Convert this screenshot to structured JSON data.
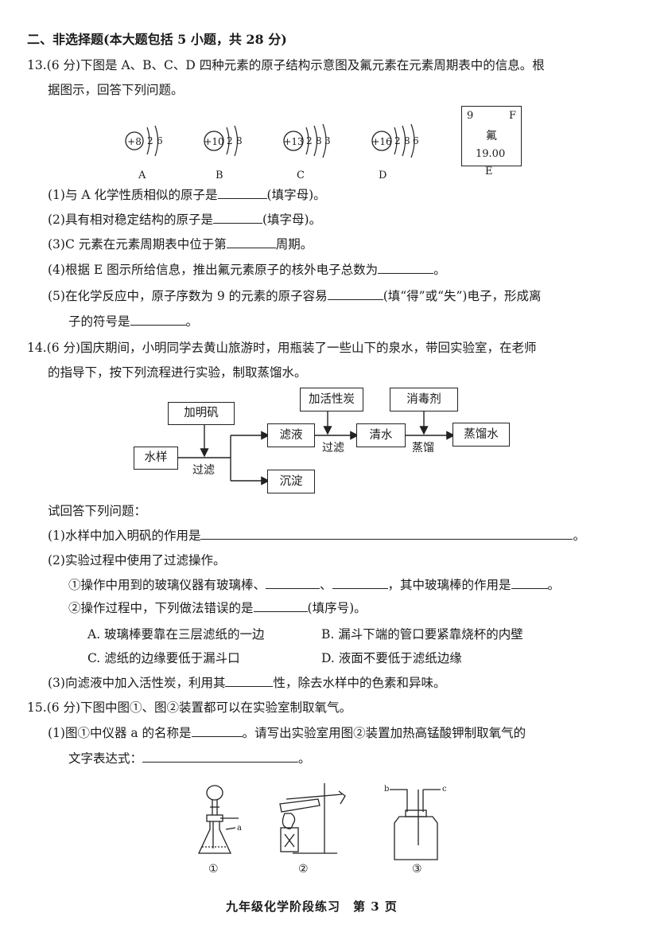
{
  "section": {
    "title": "二、非选择题(本大题包括 5 小题，共 28 分)"
  },
  "q13": {
    "stem_line1": "13.(6 分)下图是 A、B、C、D 四种元素的原子结构示意图及氟元素在元素周期表中的信息。根",
    "stem_line2": "据图示，回答下列问题。",
    "atoms": [
      {
        "nucleus": "+8",
        "shells": [
          "2",
          "6"
        ],
        "label": "A"
      },
      {
        "nucleus": "+10",
        "shells": [
          "2",
          "8"
        ],
        "label": "B"
      },
      {
        "nucleus": "+13",
        "shells": [
          "2",
          "8",
          "3"
        ],
        "label": "C"
      },
      {
        "nucleus": "+16",
        "shells": [
          "2",
          "8",
          "6"
        ],
        "label": "D"
      }
    ],
    "element_card": {
      "number": "9",
      "symbol": "F",
      "name": "氟",
      "mass": "19.00",
      "label": "E"
    },
    "sub1_a": "(1)与 A 化学性质相似的原子是",
    "sub1_b": "(填字母)。",
    "sub2_a": "(2)具有相对稳定结构的原子是",
    "sub2_b": "(填字母)。",
    "sub3_a": "(3)C 元素在元素周期表中位于第",
    "sub3_b": "周期。",
    "sub4_a": "(4)根据 E 图示所给信息，推出氟元素原子的核外电子总数为",
    "sub4_b": "。",
    "sub5_a": "(5)在化学反应中，原子序数为 9 的元素的原子容易",
    "sub5_b": "(填“得”或“失”)电子，形成离",
    "sub5_c": "子的符号是",
    "sub5_d": "。"
  },
  "q14": {
    "stem_line1": "14.(6 分)国庆期间，小明同学去黄山旅游时，用瓶装了一些山下的泉水，带回实验室，在老师",
    "stem_line2": "的指导下，按下列流程进行实验，制取蒸馏水。",
    "flow": {
      "alum": "加明矾",
      "sample": "水样",
      "filter1": "过滤",
      "filtrate": "滤液",
      "precipitate": "沉淀",
      "carbon": "加活性炭",
      "filter2": "过滤",
      "clear_water": "清水",
      "disinfectant": "消毒剂",
      "distill": "蒸馏",
      "distilled_water": "蒸馏水"
    },
    "prompt": "试回答下列问题：",
    "sub1_a": "(1)水样中加入明矾的作用是",
    "sub1_b": "。",
    "sub2": "(2)实验过程中使用了过滤操作。",
    "sub2_1a": "①操作中用到的玻璃仪器有玻璃棒、",
    "sub2_1b": "、",
    "sub2_1c": "，其中玻璃棒的作用是",
    "sub2_1d": "。",
    "sub2_2a": "②操作过程中，下列做法错误的是",
    "sub2_2b": "(填序号)。",
    "optA": "A. 玻璃棒要靠在三层滤纸的一边",
    "optB": "B. 漏斗下端的管口要紧靠烧杯的内壁",
    "optC": "C. 滤纸的边缘要低于漏斗口",
    "optD": "D. 液面不要低于滤纸边缘",
    "sub3_a": "(3)向滤液中加入活性炭，利用其",
    "sub3_b": "性，除去水样中的色素和异味。"
  },
  "q15": {
    "stem": "15.(6 分)下图中图①、图②装置都可以在实验室制取氧气。",
    "sub1_a": "(1)图①中仪器 a 的名称是",
    "sub1_b": "。请写出实验室用图②装置加热高锰酸钾制取氧气的",
    "sub1_c": "文字表达式：",
    "sub1_d": "。",
    "figure_labels": {
      "fig1": "①",
      "fig2": "②",
      "fig3": "③",
      "a": "a",
      "b": "b",
      "c": "c"
    }
  },
  "footer": "九年级化学阶段练习　第 3 页"
}
